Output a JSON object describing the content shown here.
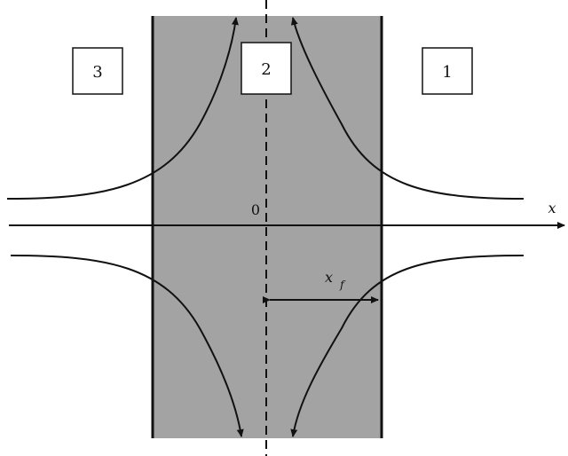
{
  "diagram": {
    "regions": [
      {
        "label": "3"
      },
      {
        "label": "2"
      },
      {
        "label": "1"
      }
    ],
    "origin_label": "0",
    "x_axis_label": "x",
    "dimension_label": {
      "base": "x",
      "subscript": "f"
    }
  },
  "colors": {
    "band_fill": "#a3a3a3",
    "line": "#111111",
    "box_fill": "#ffffff",
    "background": "#ffffff"
  }
}
